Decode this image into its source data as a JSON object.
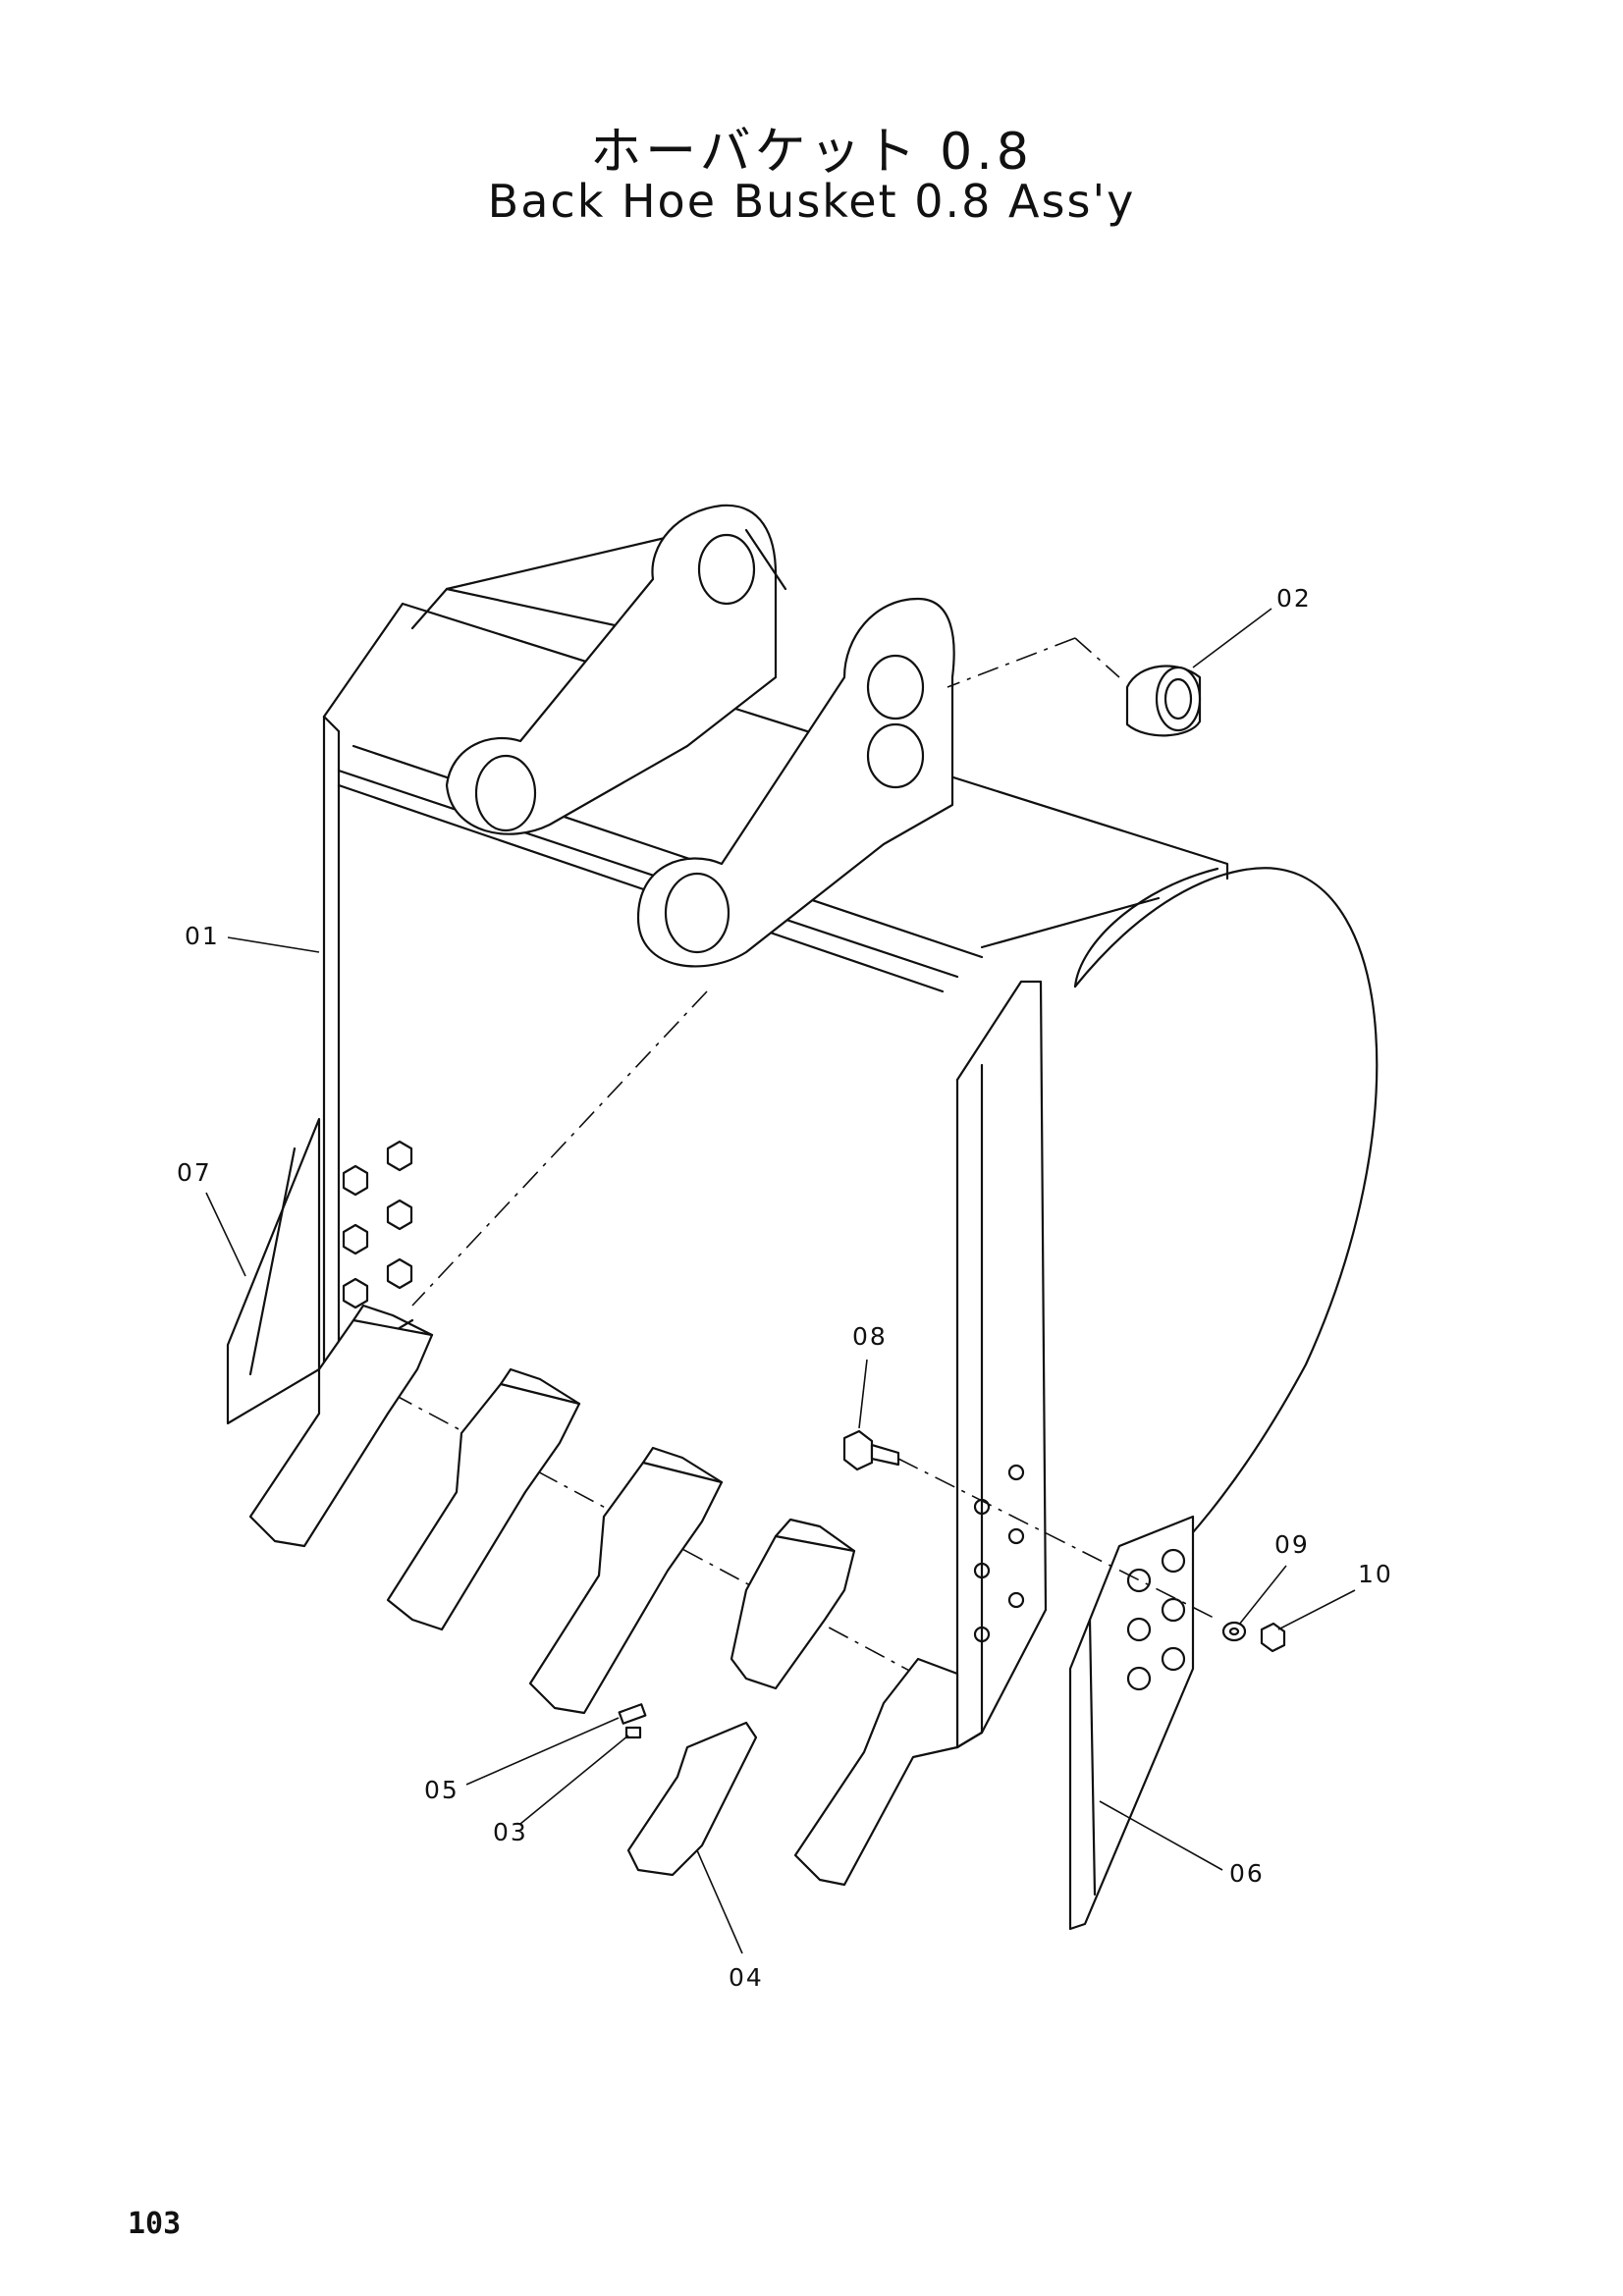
{
  "header": {
    "title_jp": "ホーバケット 0.8",
    "title_en": "Back Hoe Busket 0.8 Ass'y"
  },
  "callouts": [
    "01",
    "02",
    "03",
    "04",
    "05",
    "06",
    "07",
    "08",
    "09",
    "10"
  ],
  "footer": {
    "page_number": "103"
  }
}
